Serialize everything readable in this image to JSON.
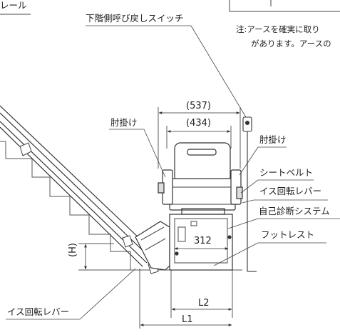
{
  "labels": {
    "rail": "レール",
    "lower_recall_switch": "下階側呼び戻しスイッチ",
    "armrest_left": "肘掛け",
    "armrest_right": "肘掛け",
    "seat_belt": "シートベルト",
    "seat_swivel_lever_right": "イス回転レバー",
    "self_diagnosis_system": "自己診断システム",
    "footrest": "フットレスト",
    "seat_swivel_lever_left": "イス回転レバー"
  },
  "dimensions": {
    "width_outer": "(537)",
    "width_inner": "(434)",
    "footrest_depth": "312",
    "height": "(H)",
    "length_2": "L2",
    "length_1": "L1"
  },
  "note": {
    "line1": "注:アースを確実に取り",
    "line2": "があります。アースの"
  }
}
